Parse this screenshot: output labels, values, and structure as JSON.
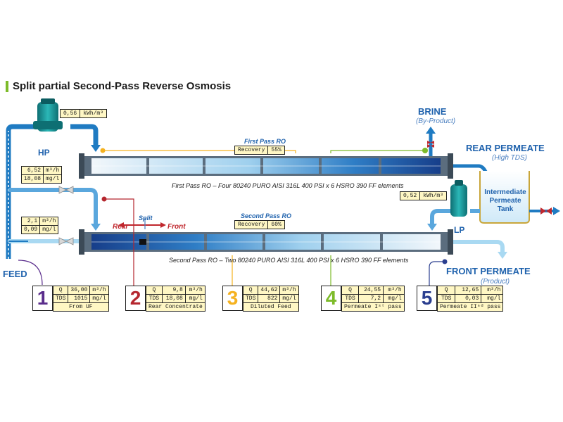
{
  "title": "Split partial Second-Pass Reverse Osmosis",
  "labels": {
    "hp": "HP",
    "lp": "LP",
    "feed": "FEED",
    "brine": "BRINE",
    "brine_sub": "(By-Product)",
    "rear_permeate": "REAR PERMEATE",
    "rear_permeate_sub": "(High TDS)",
    "front_permeate": "FRONT PERMEATE",
    "front_permeate_sub": "(Product)",
    "tank": "Intermediate Permeate Tank",
    "first_pass": "First Pass RO",
    "second_pass": "Second Pass RO",
    "first_caption": "First Pass RO – Four 80240 PURO AISI 316L 400 PSI x 6 HSRO 390 FF elements",
    "second_caption": "Second Pass RO – Two 80240 PURO AISI 316L 400 PSI x 6 HSRO 390 FF elements",
    "split": "Split",
    "rear": "Rear",
    "front": "Front"
  },
  "readouts": {
    "hp_energy": {
      "value": "0,56",
      "unit": "kWh/m³"
    },
    "lp_energy": {
      "value": "0,52",
      "unit": "kWh/m³"
    },
    "first_recovery": {
      "label": "Recovery",
      "value": "55%"
    },
    "second_recovery": {
      "label": "Recovery",
      "value": "60%"
    },
    "rear_flow": {
      "value": "6,52",
      "unit": "m³/h"
    },
    "rear_tds": {
      "value": "18,08",
      "unit": "mg/l"
    },
    "front_flow": {
      "value": "2,1",
      "unit": "m³/h"
    },
    "front_tds": {
      "value": "0,09",
      "unit": "mg/l"
    }
  },
  "stages": [
    {
      "num": "1",
      "color": "#5a2d8c",
      "q": "36,00",
      "q_unit": "m³/h",
      "tds": "1015",
      "tds_unit": "mg/l",
      "name": "From UF"
    },
    {
      "num": "2",
      "color": "#b5262e",
      "q": "9,8",
      "q_unit": "m³/h",
      "tds": "18,08",
      "tds_unit": "mg/l",
      "name": "Rear Concentrate"
    },
    {
      "num": "3",
      "color": "#f5b220",
      "q": "44,62",
      "q_unit": "m³/h",
      "tds": "822",
      "tds_unit": "mg/l",
      "name": "Diluted Feed"
    },
    {
      "num": "4",
      "color": "#7dbb2a",
      "q": "24,55",
      "q_unit": "m³/h",
      "tds": "7,2",
      "tds_unit": "mg/l",
      "name": "Permeate Iˢᵗ pass"
    },
    {
      "num": "5",
      "color": "#2a3e8f",
      "q": "12,65",
      "q_unit": "m³/h",
      "tds": "0,03",
      "tds_unit": "mg/l",
      "name": "Permeate IIⁿᵈ pass"
    }
  ],
  "q_label": "Q",
  "tds_label": "TDS",
  "colors": {
    "pipe_dark": "#1f7bc2",
    "pipe_light": "#a9d9f2",
    "pump": "#1aa0a0",
    "accent_green": "#7dbb2a"
  }
}
